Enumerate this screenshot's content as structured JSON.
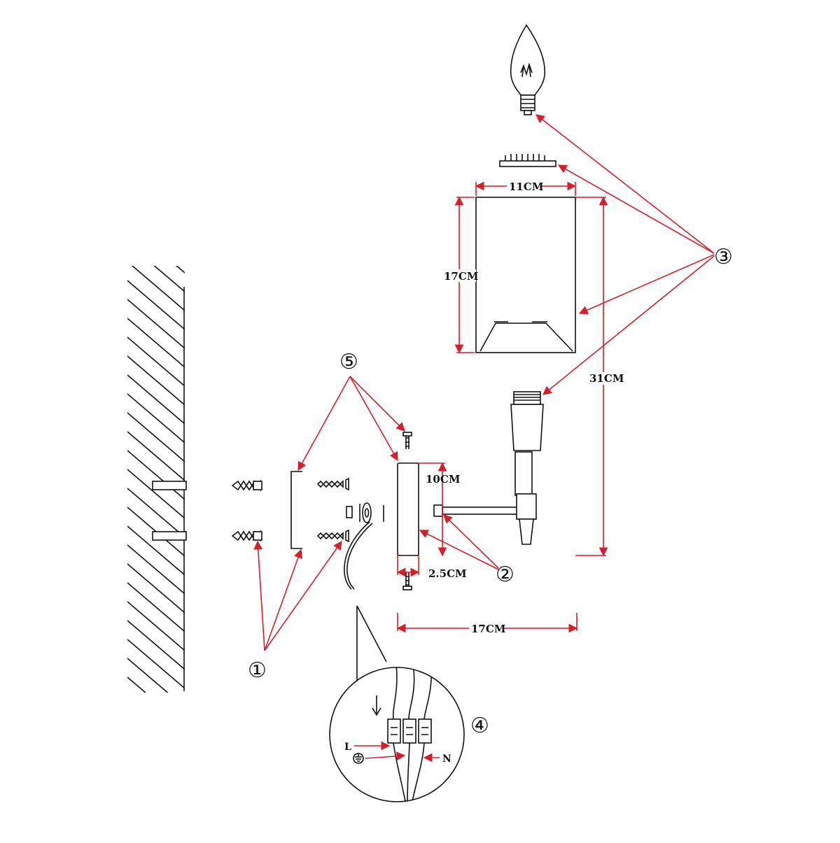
{
  "colors": {
    "ink": "#111111",
    "leader_red": "#d41f2a",
    "background": "#ffffff"
  },
  "dimensions": {
    "shade_width": "11CM",
    "shade_height": "17CM",
    "total_height": "31CM",
    "backplate_height": "10CM",
    "backplate_depth": "2.5CM",
    "total_projection": "17CM"
  },
  "callouts": {
    "c1": "①",
    "c2": "②",
    "c3": "③",
    "c4": "④",
    "c5": "⑤"
  },
  "wiring": {
    "live_label": "L",
    "neutral_label": "N",
    "earth_symbol_icon": "earth-ground-icon",
    "direction_icon": "arrow-down-icon"
  }
}
